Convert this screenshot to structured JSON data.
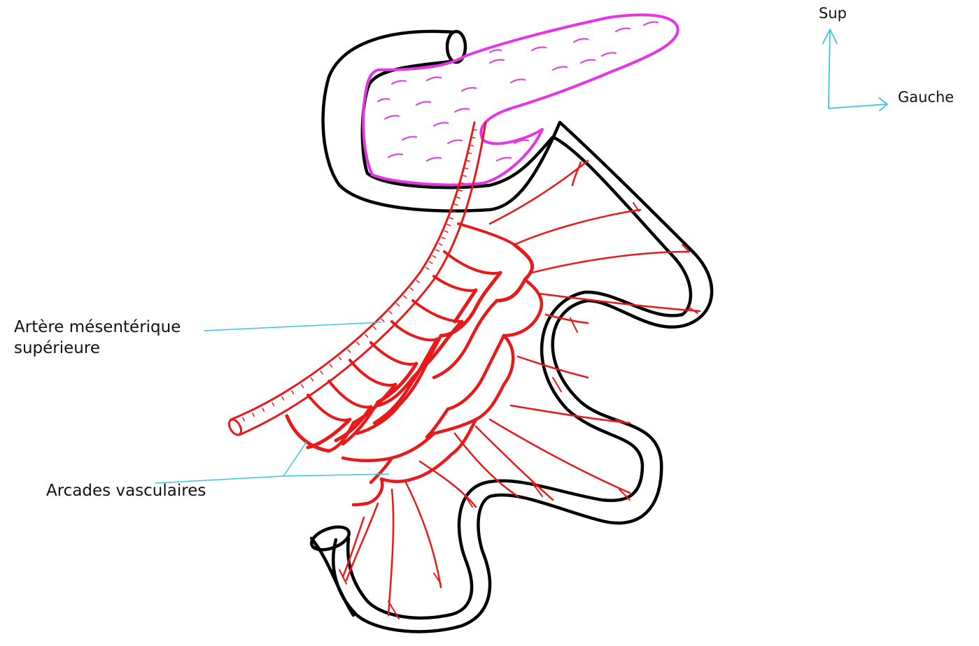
{
  "labels": {
    "sma_line1": "Artère mésentérique",
    "sma_line2": "supérieure",
    "arcades": "Arcades vasculaires"
  },
  "orientation": {
    "up": "Sup",
    "right": "Gauche"
  },
  "colors": {
    "bowel_outline": "#000000",
    "pancreas": "#e633e6",
    "vessels": "#e81919",
    "leader_lines": "#39c6e6",
    "text": "#111111"
  }
}
